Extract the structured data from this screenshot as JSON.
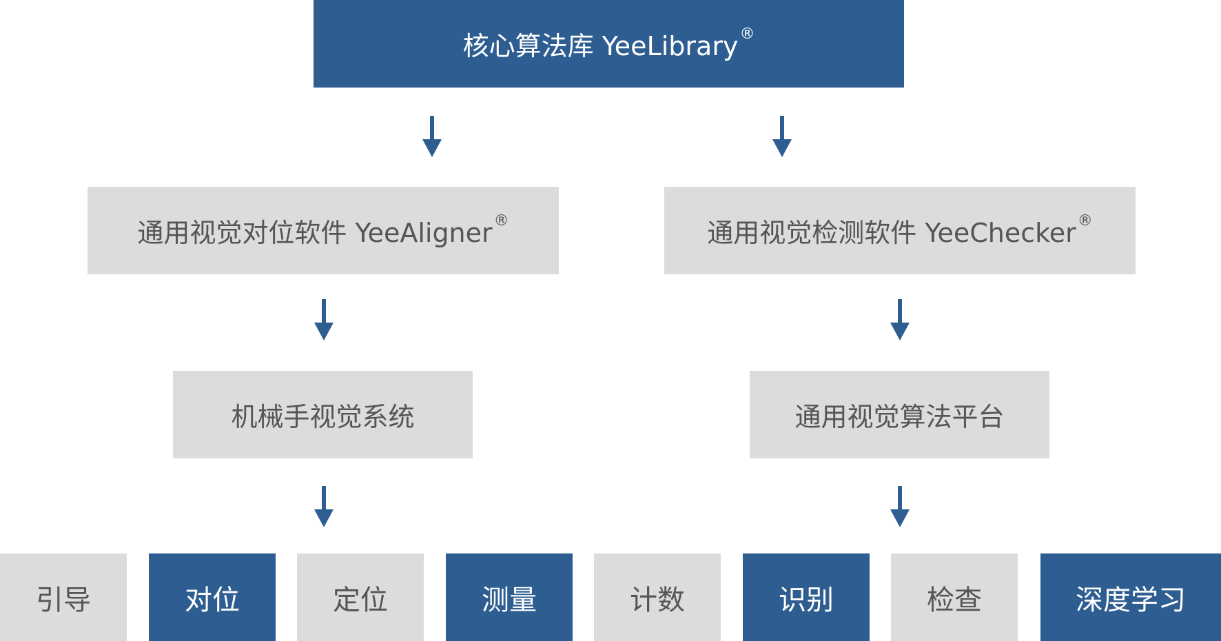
{
  "root": {
    "label": "核心算法库 YeeLibrary",
    "mark": "®"
  },
  "level2": {
    "left": {
      "label": "通用视觉对位软件 YeeAligner",
      "mark": "®"
    },
    "right": {
      "label": "通用视觉检测软件 YeeChecker",
      "mark": "®"
    }
  },
  "level3": {
    "left": {
      "label": "机械手视觉系统"
    },
    "right": {
      "label": "通用视觉算法平台"
    }
  },
  "leaves": [
    "引导",
    "对位",
    "定位",
    "测量",
    "计数",
    "识别",
    "检查",
    "深度学习"
  ],
  "colors": {
    "dark": "#2d5d91",
    "light": "#dcdcdc",
    "arrow": "#2d5d91"
  }
}
